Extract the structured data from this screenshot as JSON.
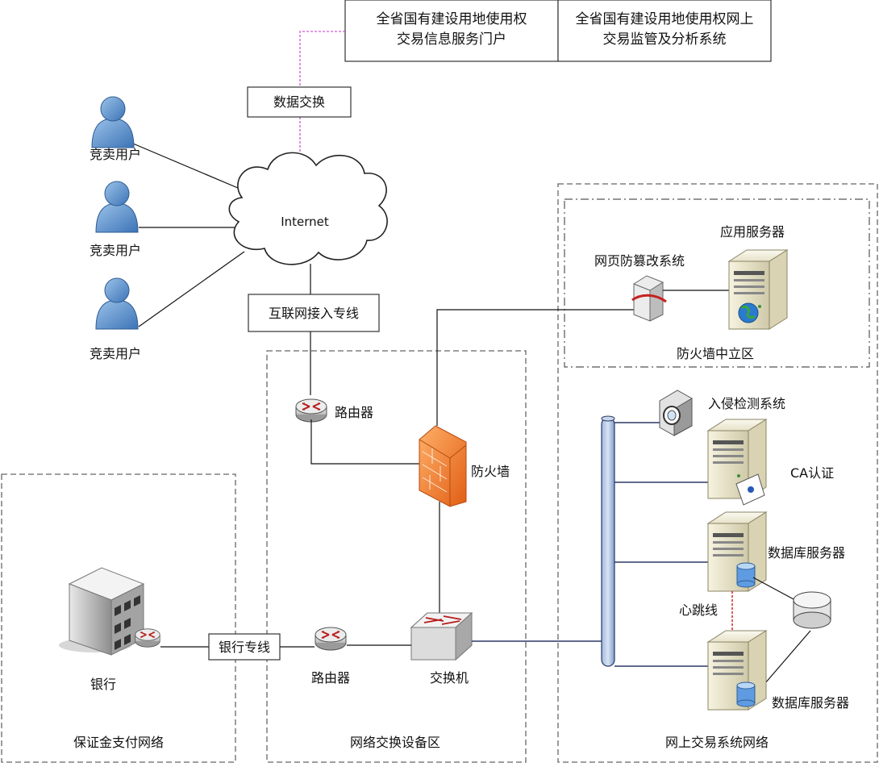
{
  "portal": {
    "left_line1": "全省国有建设用地使用权",
    "left_line2": "交易信息服务门户",
    "right_line1": "全省国有建设用地使用权网上",
    "right_line2": "交易监管及分析系统"
  },
  "data_exchange": "数据交换",
  "internet": "Internet",
  "users": [
    "竞卖用户",
    "竞卖用户",
    "竞卖用户"
  ],
  "internet_line": "互联网接入专线",
  "exchange_zone": {
    "router_top": "路由器",
    "firewall": "防火墙",
    "router_bottom": "路由器",
    "switch": "交换机",
    "title": "网络交换设备区"
  },
  "bank_zone": {
    "bank": "银行",
    "bank_line": "银行专线",
    "title": "保证金支付网络"
  },
  "dmz": {
    "app_server": "应用服务器",
    "anti_tamper": "网页防篡改系统",
    "title": "防火墙中立区"
  },
  "trading_zone": {
    "ids": "入侵检测系统",
    "ca": "CA认证",
    "db_server_1": "数据库服务器",
    "heartbeat": "心跳线",
    "db_server_2": "数据库服务器",
    "title": "网上交易系统网络"
  }
}
